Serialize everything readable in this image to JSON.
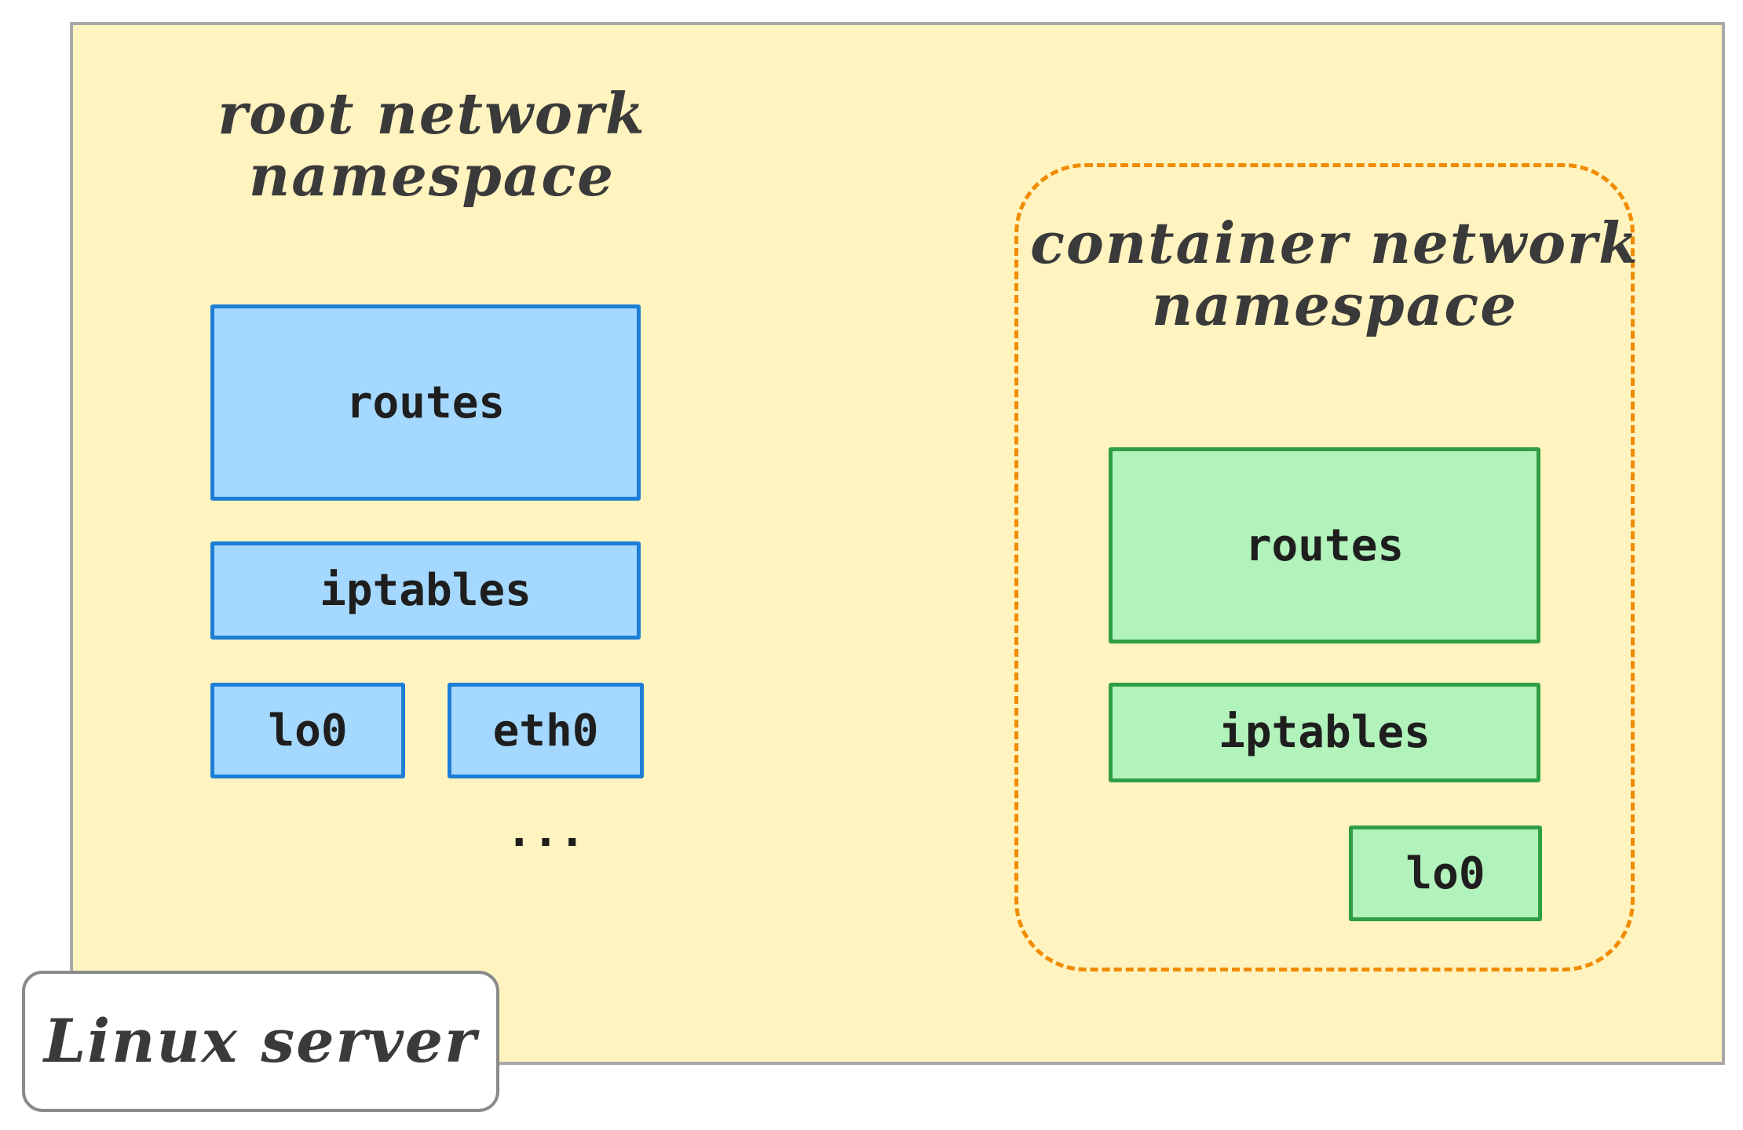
{
  "root_namespace": {
    "title_line1": "root network",
    "title_line2": "namespace",
    "routes": "routes",
    "iptables": "iptables",
    "interfaces": [
      "lo0",
      "eth0"
    ],
    "more": "..."
  },
  "container_namespace": {
    "title_line1": "container network",
    "title_line2": "namespace",
    "routes": "routes",
    "iptables": "iptables",
    "interfaces": [
      "lo0"
    ]
  },
  "server": {
    "label": "Linux server"
  },
  "colors": {
    "server_bg": "#fff3bf",
    "root_fill": "#a5d8ff",
    "root_stroke": "#1c7ed6",
    "container_fill": "#b2f2bb",
    "container_stroke": "#2f9e44",
    "container_border": "#f08c00"
  }
}
